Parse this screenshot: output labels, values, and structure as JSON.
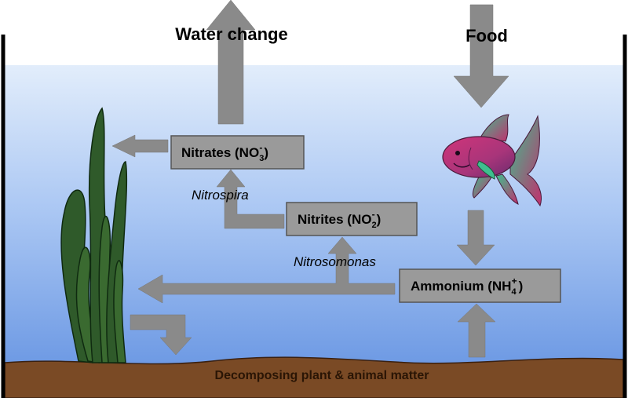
{
  "labels": {
    "water_change": "Water change",
    "food": "Food",
    "nitrospira": "Nitrospira",
    "nitrosomonas": "Nitrosomonas",
    "ground": "Decomposing plant & animal matter"
  },
  "boxes": {
    "nitrates": {
      "main": "Nitrates (NO",
      "sub": "3",
      "sup": "-",
      "close": ")"
    },
    "nitrites": {
      "main": "Nitrites (NO",
      "sub": "2",
      "sup": "-",
      "close": ")"
    },
    "ammonium": {
      "main": "Ammonium (NH",
      "sub": "4",
      "sup": "+",
      "close": ")"
    }
  },
  "colors": {
    "water_top": "#ddeafc",
    "water_bottom": "#6f9ce6",
    "arrow": "#8a8a8a",
    "box_fill": "#9a9a9a",
    "ground": "#7a4a25",
    "plant": "#2f5a2a"
  }
}
